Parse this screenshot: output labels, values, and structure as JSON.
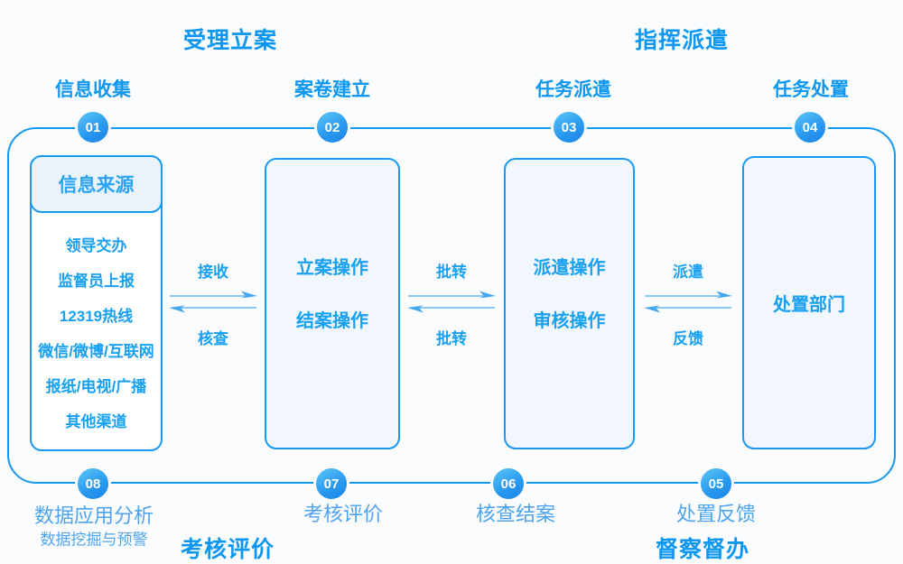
{
  "diagram": {
    "phase_titles": {
      "top_left": "受理立案",
      "top_right": "指挥派遣",
      "bottom_left": "考核评价",
      "bottom_right": "督察督办"
    },
    "top_stages": [
      {
        "num": "01",
        "label": "信息收集"
      },
      {
        "num": "02",
        "label": "案卷建立"
      },
      {
        "num": "03",
        "label": "任务派遣"
      },
      {
        "num": "04",
        "label": "任务处置"
      }
    ],
    "source_box": {
      "header": "信息来源",
      "items": [
        "领导交办",
        "监督员上报",
        "12319热线",
        "微信/微博/互联网",
        "报纸/电视/广播",
        "其他渠道"
      ]
    },
    "case_box": {
      "lines": [
        "立案操作",
        "结案操作"
      ]
    },
    "dispatch_box": {
      "lines": [
        "派遣操作",
        "审核操作"
      ]
    },
    "handle_box": {
      "lines": [
        "处置部门"
      ]
    },
    "flows": [
      {
        "forward": "接收",
        "backward": "核查"
      },
      {
        "forward": "批转",
        "backward": "批转"
      },
      {
        "forward": "派遣",
        "backward": "反馈"
      }
    ],
    "bottom_stages": [
      {
        "num": "05",
        "label": "处置反馈"
      },
      {
        "num": "06",
        "label": "核查结案"
      },
      {
        "num": "07",
        "label": "考核评价"
      },
      {
        "num": "08",
        "label": "数据应用分析",
        "sublabel": "数据挖掘与预警"
      }
    ],
    "colors": {
      "primary_blue": "#1699f1",
      "text_blue": "#18a0f2",
      "title_blue": "#0d97f0",
      "soft_label_blue": "#4da3f0",
      "box_fill": "#f1f7fd",
      "header_fill": "#eaf2fc",
      "badge_gradient_start": "#5ec6f8",
      "badge_gradient_end": "#1b82e8",
      "arrow_line": "#8bc9f5",
      "arrow_head": "#42a5ef",
      "background": "#fbfcfd"
    }
  }
}
